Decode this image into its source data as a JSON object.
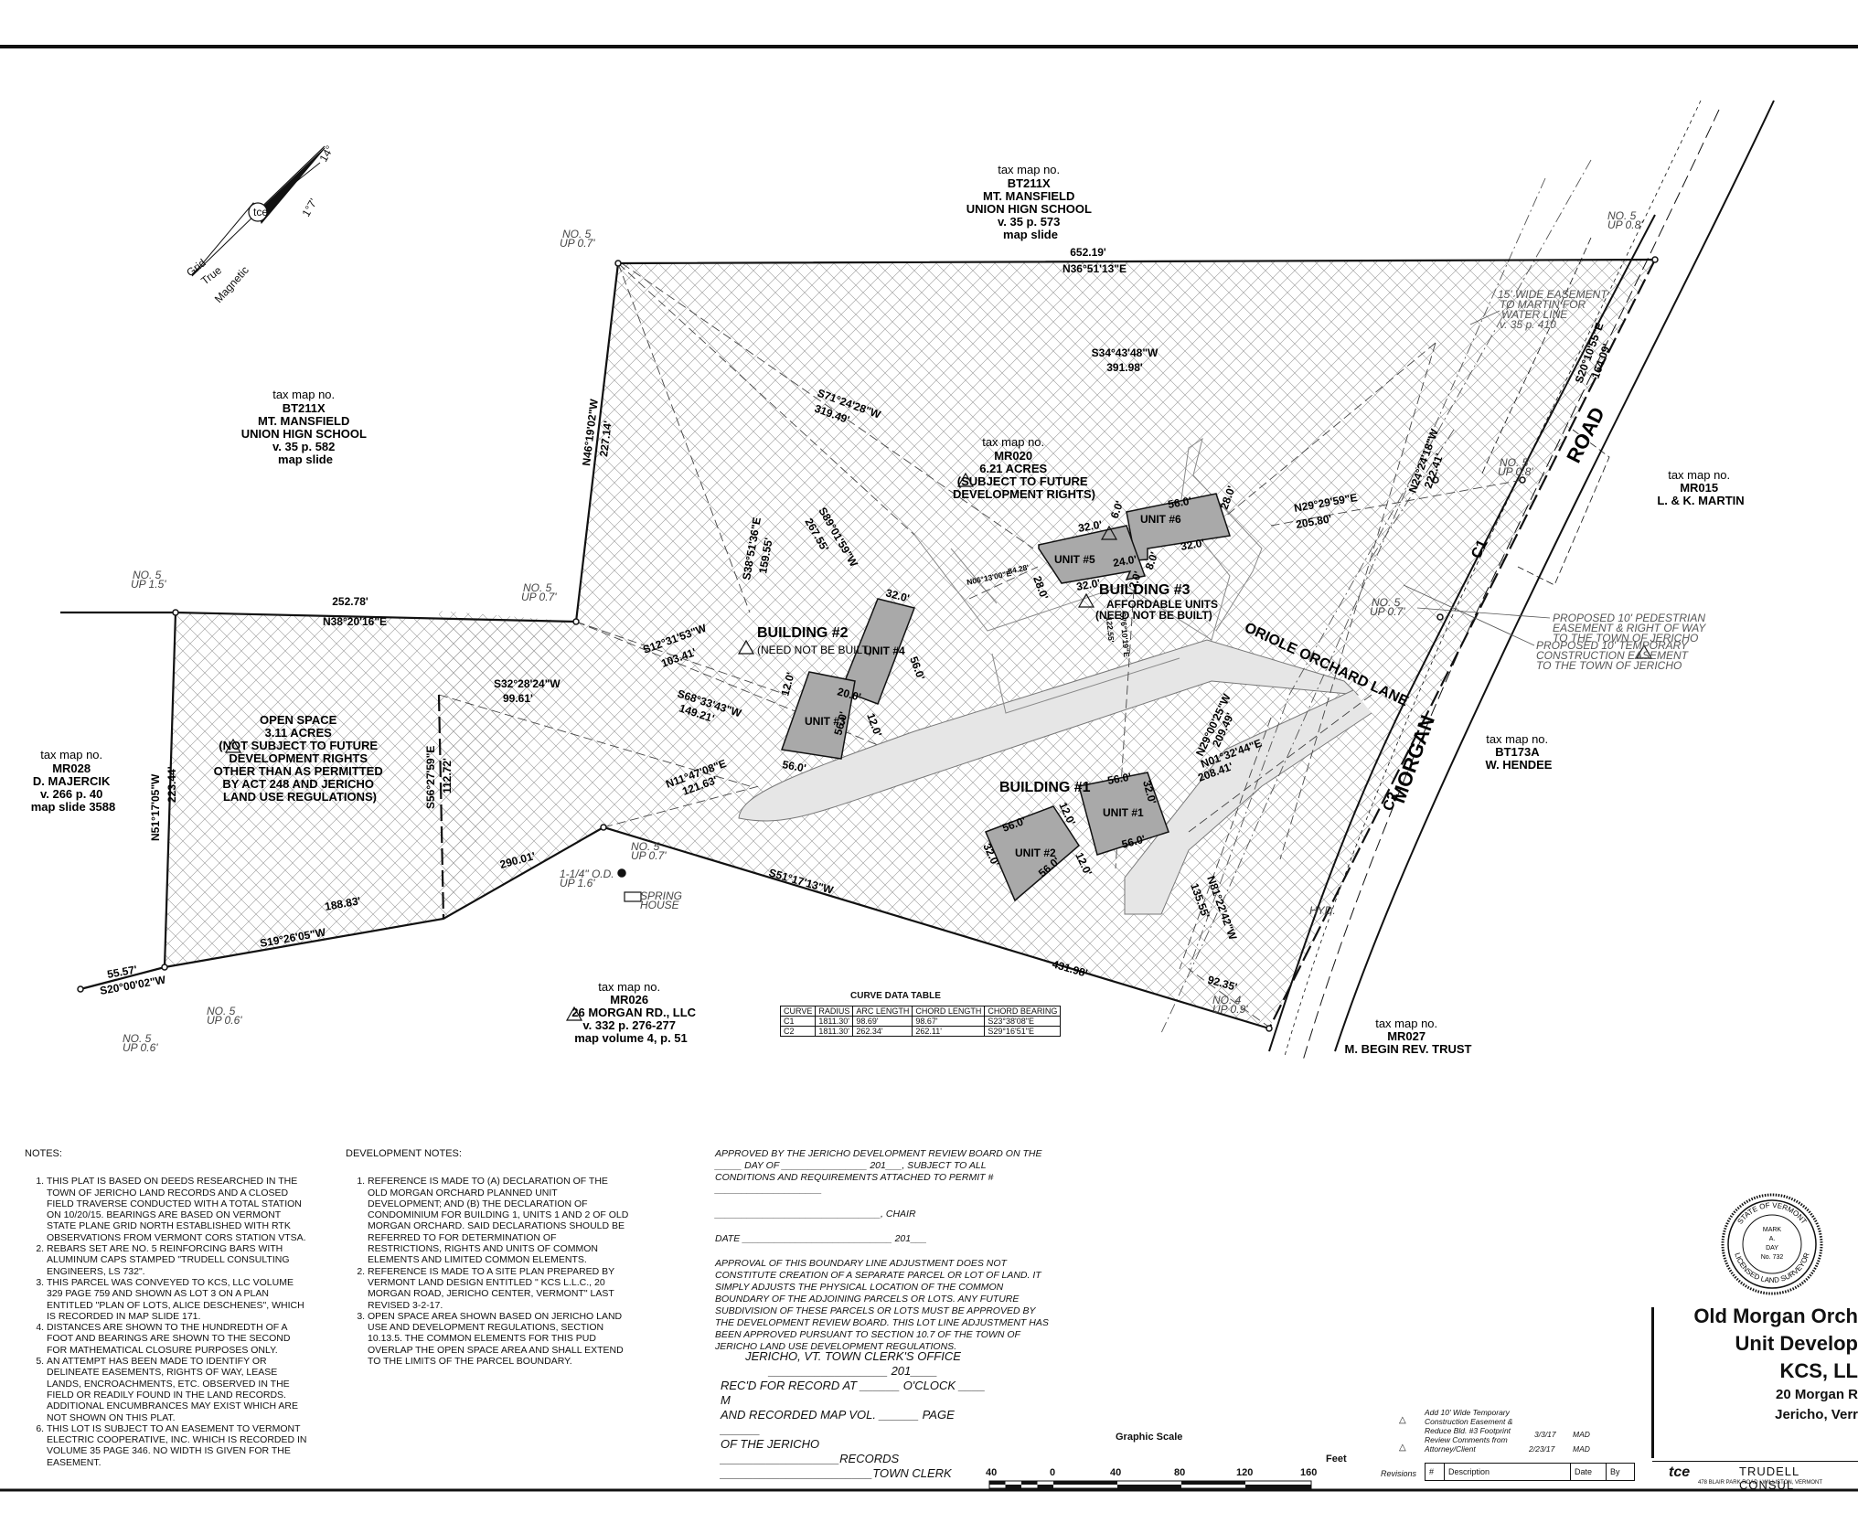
{
  "north_arrow": {
    "grid": "Grid",
    "true": "True",
    "magnetic": "Magnetic",
    "angle1": "1°7'",
    "angle2": "14°"
  },
  "parcels": {
    "top_school": [
      "tax map no.",
      "BT211X",
      "MT. MANSFIELD",
      "UNION HIGN SCHOOL",
      "v. 35 p. 573",
      "map slide"
    ],
    "left_school": [
      "tax map no.",
      "BT211X",
      "MT. MANSFIELD",
      "UNION HIGN SCHOOL",
      "v. 35 p. 582",
      "map slide"
    ],
    "main": [
      "tax map no.",
      "MR020",
      "6.21 ACRES",
      "(SUBJECT TO FUTURE",
      "DEVELOPMENT RIGHTS)"
    ],
    "martin": [
      "tax map no.",
      "MR015",
      "L. & K. MARTIN"
    ],
    "majercik": [
      "tax map no.",
      "MR028",
      "D. MAJERCIK",
      "v. 266 p. 40",
      "map slide 3588"
    ],
    "open_space": [
      "OPEN SPACE",
      "3.11 ACRES",
      "(NOT SUBJECT TO FUTURE",
      "DEVELOPMENT RIGHTS",
      "OTHER THAN AS PERMITTED",
      "BY ACT 248 AND JERICHO",
      "LAND USE REGULATIONS)"
    ],
    "hendee": [
      "tax map no.",
      "BT173A",
      "W. HENDEE"
    ],
    "morgan_rd": [
      "tax map no.",
      "MR026",
      "26 MORGAN RD., LLC",
      "v. 332 p. 276-277",
      "map volume 4, p. 51"
    ],
    "begin": [
      "tax map no.",
      "MR027",
      "M. BEGIN REV. TRUST"
    ]
  },
  "buildings": {
    "b1": "BUILDING #1",
    "b2": "BUILDING #2",
    "b2_note": "(NEED NOT BE BUILT)",
    "b3": "BUILDING #3",
    "b3_sub": "AFFORDABLE UNITS",
    "b3_note": "(NEED NOT BE BUILT)",
    "u1": "UNIT #1",
    "u2": "UNIT #2",
    "u3": "UNIT #3",
    "u4": "UNIT #4",
    "u5": "UNIT #5",
    "u6": "UNIT #6"
  },
  "roads": {
    "road": "ROAD",
    "morgan": "MORGAN",
    "oriole": "ORIOLE ORCHARD LANE",
    "c1": "C1",
    "c2": "C2"
  },
  "bearings": {
    "top_dist": "652.19'",
    "top_brg": "N36°51'13\"E",
    "west_brg": "N46°19'02\"W",
    "west_dist": "227.14'",
    "mid_brg": "S34°43'48\"W",
    "mid_dist": "391.98'",
    "s71_brg": "S71°24'28\"W",
    "s71_dist": "319.49'",
    "s89_brg": "S89°01'59\"W",
    "s89_dist": "267.55'",
    "s38_brg": "S38°51'36\"E",
    "s38_dist": "159.55'",
    "n38_dist": "252.78'",
    "n38_brg": "N38°20'16\"E",
    "s12_brg": "S12°31'53\"W",
    "s12_dist": "103.41'",
    "s32_brg": "S32°28'24\"W",
    "s32_dist": "99.61'",
    "s68_brg": "S68°33'43\"W",
    "s68_dist": "149.21'",
    "n51_brg": "N51°17'05\"W",
    "n51_dist": "223.44'",
    "s56_brg": "S56°27'59\"E",
    "s56_dist": "112.72'",
    "n11_brg": "N11°47'08\"E",
    "n11_dist": "121.63'",
    "s290_dist": "290.01'",
    "s19_dist": "188.83'",
    "s19_brg": "S19°26'05\"W",
    "s20_dist": "55.57'",
    "s20_brg": "S20°00'02\"W",
    "s51_brg": "S51°17'13\"W",
    "s51_dist": "431.98'",
    "end_dist": "92.35'",
    "n24_brg": "N24°24'18\"W",
    "n24_dist": "222.41'",
    "n29_brg": "N29°29'59\"E",
    "n29_dist": "205.80'",
    "s20b_brg": "S20°10'55\"E",
    "s20b_dist": "164.09'",
    "n29b_brg": "N29°00'25\"W",
    "n29b_dist": "209.49'",
    "n01_brg": "N01°32'44\"E",
    "n01_dist": "208.41'",
    "n81_brg": "N81°22'42\"W",
    "n81_dist": "135.55'",
    "n06_brg": "N06°13'00\"E",
    "n06_dist": "84.28'",
    "s76_brg": "S76°10'19\"E",
    "s76_dist": "122.55'"
  },
  "monuments": {
    "m1": [
      "NO. 5",
      "UP 0.7'"
    ],
    "m2": [
      "NO. 5",
      "UP 0.8'"
    ],
    "m3": [
      "NO. 5",
      "UP 1.5'"
    ],
    "m4": [
      "NO. 5",
      "UP 0.7'"
    ],
    "m5": [
      "NO. 5",
      "UP 0.8'"
    ],
    "m6": [
      "NO. 5",
      "UP 0.7'"
    ],
    "m7": [
      "NO. 5",
      "UP 0.7'"
    ],
    "m8": [
      "NO. 5",
      "UP 0.6'"
    ],
    "m9": [
      "NO. 5",
      "UP 0.6'"
    ],
    "m10": [
      "NO. 4",
      "UP 0.9'"
    ],
    "pipe": [
      "1-1/4\" O.D.",
      "UP 1.6'"
    ],
    "spring": [
      "SPRING",
      "HOUSE"
    ],
    "hyd": "HYD."
  },
  "easements": {
    "water": [
      "15' WIDE EASEMENT",
      "TO MARTIN FOR",
      "WATER LINE",
      "v. 35 p. 410"
    ],
    "ped": [
      "PROPOSED 10' PEDESTRIAN",
      "EASEMENT & RIGHT OF WAY",
      "TO THE TOWN OF JERICHO"
    ],
    "temp": [
      "PROPOSED 10' TEMPORARY",
      "CONSTRUCTION EASEMENT",
      "TO THE TOWN OF JERICHO"
    ]
  },
  "dims": [
    "56.0'",
    "28.0'",
    "32.0'",
    "6.0'",
    "24.0'",
    "8.0'",
    "2.0'",
    "32.0'",
    "32.0'",
    "28.0'",
    "32.0'",
    "56.0'",
    "12.0'",
    "20.0'",
    "12.0'",
    "56.0'",
    "56.0'",
    "32.0'",
    "56.0'",
    "56.0'",
    "32.0'",
    "12.0'",
    "12.0'",
    "56.0'",
    "56.0'",
    "32.0'",
    "56.0'",
    "32.0'"
  ],
  "curve_table": {
    "title": "CURVE DATA TABLE",
    "headers": [
      "CURVE",
      "RADIUS",
      "ARC LENGTH",
      "CHORD LENGTH",
      "CHORD BEARING"
    ],
    "rows": [
      [
        "C1",
        "1811.30'",
        "98.69'",
        "98.67'",
        "S23°38'08\"E"
      ],
      [
        "C2",
        "1811.30'",
        "262.34'",
        "262.11'",
        "S29°16'51\"E"
      ]
    ]
  },
  "notes": {
    "heading": "NOTES:",
    "items": [
      "THIS PLAT IS BASED ON DEEDS RESEARCHED IN THE TOWN OF JERICHO LAND RECORDS AND A CLOSED FIELD TRAVERSE CONDUCTED WITH A TOTAL STATION ON 10/20/15. BEARINGS ARE BASED ON VERMONT STATE PLANE GRID NORTH ESTABLISHED WITH RTK OBSERVATIONS FROM VERMONT CORS STATION VTSA.",
      "REBARS SET ARE NO. 5 REINFORCING BARS WITH ALUMINUM CAPS STAMPED \"TRUDELL CONSULTING ENGINEERS, LS 732\".",
      "THIS PARCEL WAS CONVEYED TO KCS, LLC VOLUME 329 PAGE 759 AND SHOWN AS LOT 3 ON A PLAN ENTITLED \"PLAN OF LOTS, ALICE DESCHENES\", WHICH IS RECORDED IN MAP SLIDE 171.",
      "DISTANCES ARE SHOWN TO THE HUNDREDTH OF A FOOT AND BEARINGS ARE SHOWN TO THE SECOND FOR MATHEMATICAL CLOSURE PURPOSES ONLY.",
      "AN ATTEMPT HAS BEEN MADE TO IDENTIFY OR DELINEATE EASEMENTS, RIGHTS OF WAY, LEASE LANDS, ENCROACHMENTS, ETC. OBSERVED IN THE FIELD OR READILY FOUND IN THE LAND RECORDS. ADDITIONAL ENCUMBRANCES MAY EXIST WHICH ARE NOT SHOWN ON THIS PLAT.",
      "THIS LOT IS SUBJECT TO AN EASEMENT TO VERMONT ELECTRIC COOPERATIVE, INC. WHICH IS RECORDED IN VOLUME 35 PAGE 346. NO WIDTH IS GIVEN FOR THE EASEMENT."
    ]
  },
  "dev_notes": {
    "heading": "DEVELOPMENT NOTES:",
    "items": [
      "REFERENCE IS MADE TO (A) DECLARATION OF THE OLD MORGAN ORCHARD PLANNED UNIT DEVELOPMENT; AND (B) THE DECLARATION OF CONDOMINIUM FOR BUILDING 1, UNITS 1 AND 2 OF OLD MORGAN ORCHARD. SAID DECLARATIONS SHOULD BE REFERRED TO FOR DETERMINATION OF RESTRICTIONS, RIGHTS AND UNITS OF COMMON ELEMENTS AND LIMITED COMMON ELEMENTS.",
      "REFERENCE IS MADE TO A SITE PLAN PREPARED BY VERMONT LAND DESIGN ENTITLED \" KCS L.L.C., 20 MORGAN ROAD, JERICHO CENTER, VERMONT\" LAST REVISED 3-2-17.",
      "OPEN SPACE AREA SHOWN BASED ON JERICHO LAND USE AND DEVELOPMENT REGULATIONS, SECTION 10.13.5. THE COMMON ELEMENTS FOR THIS PUD OVERLAP THE OPEN SPACE AREA AND SHALL EXTEND TO THE LIMITS OF THE PARCEL BOUNDARY."
    ]
  },
  "approval": {
    "p1": "APPROVED BY THE JERICHO DEVELOPMENT REVIEW BOARD ON THE _____ DAY OF ________________ 201___, SUBJECT TO ALL CONDITIONS AND REQUIREMENTS ATTACHED TO PERMIT # ____________________",
    "chair": "_______________________________, CHAIR",
    "date": "DATE ____________________________ 201___",
    "p2": "APPROVAL OF THIS BOUNDARY LINE ADJUSTMENT DOES NOT CONSTITUTE CREATION OF A SEPARATE PARCEL OR LOT OF LAND. IT SIMPLY ADJUSTS THE PHYSICAL LOCATION OF THE COMMON  BOUNDARY OF THE ADJOINING PARCELS OR LOTS. ANY FUTURE SUBDIVISION OF THESE PARCELS OR LOTS MUST BE APPROVED BY THE DEVELOPMENT REVIEW BOARD. THIS LOT LINE ADJUSTMENT HAS BEEN APPROVED PURSUANT TO SECTION 10.7 OF THE TOWN OF JERICHO LAND USE DEVELOPMENT REGULATIONS."
  },
  "clerk": {
    "title": "JERICHO, VT. TOWN CLERK'S OFFICE",
    "l1": "__________________ 201____",
    "l2": "REC'D FOR RECORD AT ______ O'CLOCK ____ M",
    "l3": "AND RECORDED MAP VOL. ______ PAGE ______",
    "l4": "OF THE JERICHO __________________RECORDS",
    "l5": "_______________________TOWN CLERK"
  },
  "scale": {
    "title": "Graphic Scale",
    "unit": "Feet",
    "ticks": [
      "40",
      "0",
      "40",
      "80",
      "120",
      "160"
    ]
  },
  "revisions": {
    "label": "Revisions",
    "r2": [
      "Add 10' Wide Temporary",
      "Construction Easement  &",
      "Reduce Bld. #3 Footprint"
    ],
    "r2_date": "3/3/17",
    "r2_by": "MAD",
    "r1": [
      "Review Comments from",
      "Attorney/Client"
    ],
    "r1_date": "2/23/17",
    "r1_by": "MAD",
    "h_num": "#",
    "h_desc": "Description",
    "h_date": "Date",
    "h_by": "By"
  },
  "seal": {
    "ring_top": "STATE OF VERMONT",
    "ring_bottom": "LICENSED LAND SURVEYOR",
    "l1": "MARK",
    "l2": "A.",
    "l3": "DAY",
    "l4": "No. 732"
  },
  "title": {
    "t1": "Old Morgan Orch",
    "t2": "Unit Develop",
    "t3": "KCS, LL",
    "t4": "20 Morgan R",
    "t5": "Jericho, Verr"
  },
  "company": {
    "logo": "tce",
    "name": "TRUDELL CONSUL",
    "address": "478 BLAIR PARK ROAD  |  WILLISTON, VERMONT"
  }
}
